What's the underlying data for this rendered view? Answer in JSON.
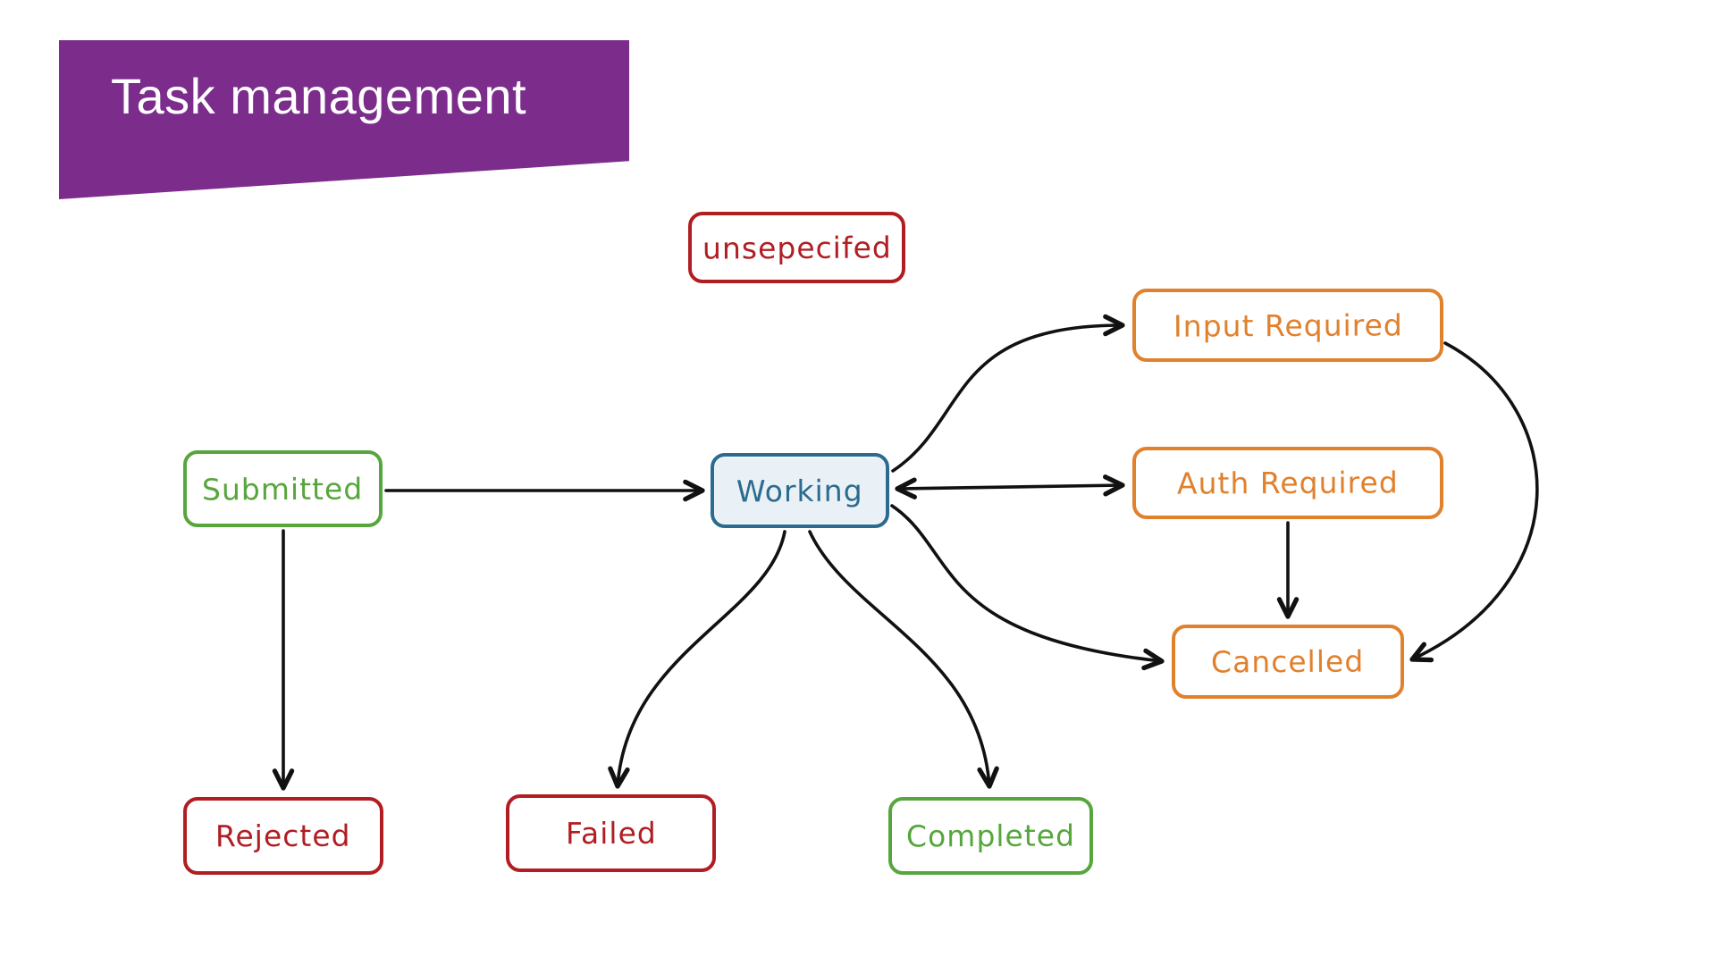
{
  "title_banner": {
    "label": "Task management",
    "bg_color": "#7c2d8c",
    "text_color": "#ffffff"
  },
  "colors": {
    "red": "#b01e23",
    "green": "#57a63d",
    "orange": "#e0812e",
    "blue": "#2b6b8f",
    "canvas_bg": "#ffffff"
  },
  "nodes": [
    {
      "id": "unspecified",
      "label": "unsepecifed",
      "color": "#b01e23"
    },
    {
      "id": "input-required",
      "label": "Input Required",
      "color": "#e0812e"
    },
    {
      "id": "submitted",
      "label": "Submitted",
      "color": "#57a63d"
    },
    {
      "id": "working",
      "label": "Working",
      "color": "#2b6b8f"
    },
    {
      "id": "auth-required",
      "label": "Auth Required",
      "color": "#e0812e"
    },
    {
      "id": "cancelled",
      "label": "Cancelled",
      "color": "#e0812e"
    },
    {
      "id": "rejected",
      "label": "Rejected",
      "color": "#b01e23"
    },
    {
      "id": "failed",
      "label": "Failed",
      "color": "#b01e23"
    },
    {
      "id": "completed",
      "label": "Completed",
      "color": "#57a63d"
    }
  ],
  "edges": [
    {
      "from": "Submitted",
      "to": "Working",
      "type": "arrow"
    },
    {
      "from": "Submitted",
      "to": "Rejected",
      "type": "arrow"
    },
    {
      "from": "Working",
      "to": "Failed",
      "type": "arrow"
    },
    {
      "from": "Working",
      "to": "Completed",
      "type": "arrow"
    },
    {
      "from": "Working",
      "to": "Input Required",
      "type": "arrow"
    },
    {
      "from": "Working",
      "to": "Auth Required",
      "type": "double-arrow"
    },
    {
      "from": "Auth Required",
      "to": "Cancelled",
      "type": "arrow"
    },
    {
      "from": "Input Required",
      "to": "Cancelled",
      "type": "arrow"
    },
    {
      "from": "Working",
      "to": "Cancelled",
      "type": "arrow"
    }
  ]
}
